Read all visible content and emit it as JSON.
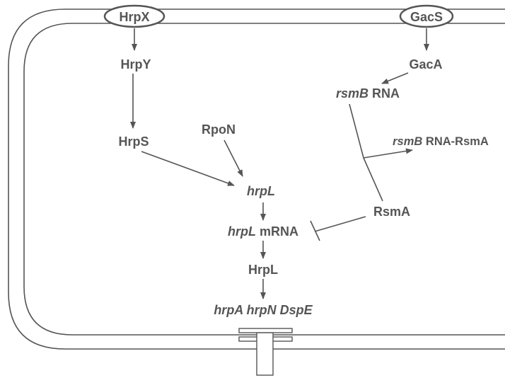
{
  "diagram": {
    "membrane_sensors": {
      "hrpx": "HrpX",
      "gacs": "GacS"
    },
    "nodes": {
      "hrpy": "HrpY",
      "hrps": "HrpS",
      "rpon": "RpoN",
      "hrpl_gene": "hrpL",
      "hrpl_mrna_gene": "hrpL",
      "hrpl_mrna_suffix": "mRNA",
      "hrpl_protein": "HrpL",
      "gaca": "GacA",
      "rsmb_gene": "rsmB",
      "rsmb_suffix": "RNA",
      "complex_gene": "rsmB",
      "complex_suffix": "RNA-RsmA",
      "rsma": "RsmA",
      "target_hrpa": "hrpA",
      "target_hrpn": "hrpN",
      "target_dspe": "DspE"
    },
    "colors": {
      "ink": "#555555",
      "background": "#ffffff"
    }
  }
}
